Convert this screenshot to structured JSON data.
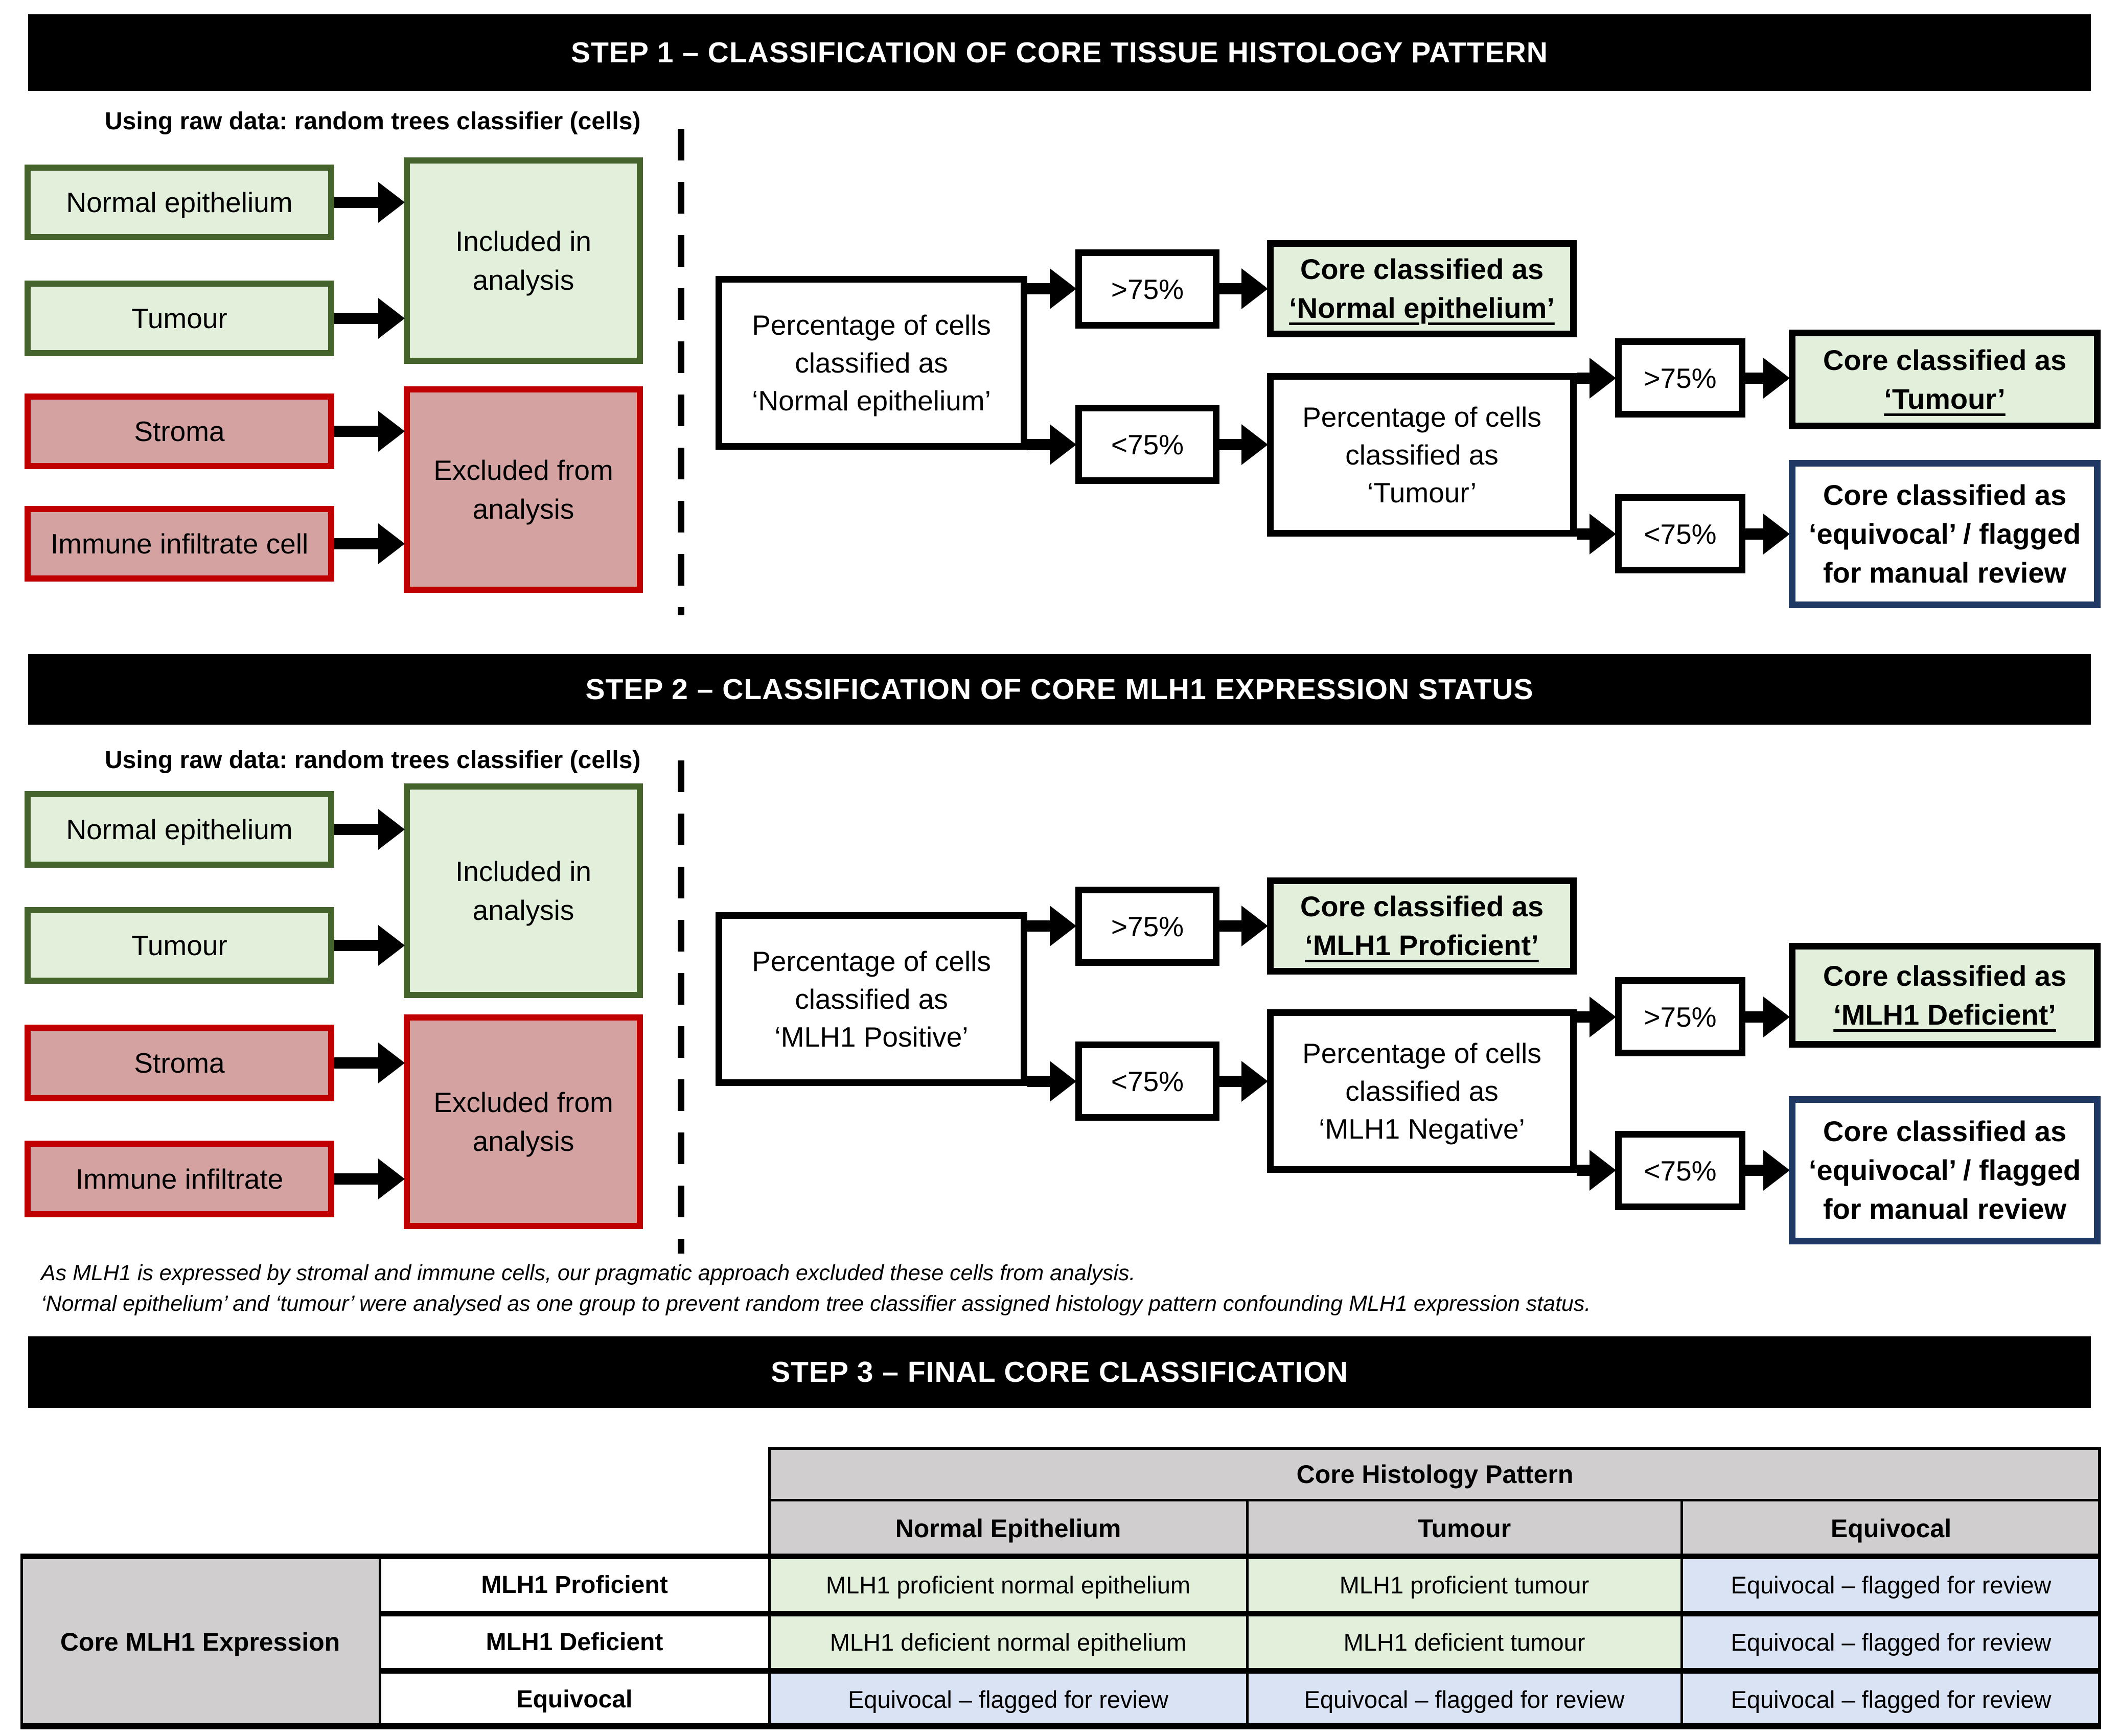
{
  "colors": {
    "included_fill": "#E2EFDA",
    "included_border": "#44642C",
    "excluded_fill": "#D5A2A2",
    "excluded_border": "#C00000",
    "equivocal_border": "#1F3864",
    "table_header_gray": "#D0CECE",
    "table_green": "#E2EFDA",
    "table_blue": "#DAE3F3",
    "bar_background": "#000000",
    "bar_text": "#FFFFFF"
  },
  "step1": {
    "title": "STEP 1 – CLASSIFICATION OF CORE TISSUE HISTOLOGY PATTERN",
    "classifier_label": "Using raw data: random trees classifier (cells)",
    "categories": [
      "Normal epithelium",
      "Tumour",
      "Stroma",
      "Immune infiltrate cell"
    ],
    "included_label": "Included in\nanalysis",
    "excluded_label": "Excluded from\nanalysis",
    "flow": {
      "q_normal": "Percentage of cells\nclassified as\n‘Normal epithelium’",
      "gt75_a": ">75%",
      "lt75_a": "<75%",
      "outcome_normal_prefix": "Core classified as",
      "outcome_normal_term": "‘Normal epithelium’",
      "q_tumour": "Percentage of cells\nclassified as\n‘Tumour’",
      "gt75_b": ">75%",
      "lt75_b": "<75%",
      "outcome_tumour_prefix": "Core classified as",
      "outcome_tumour_term": "‘Tumour’",
      "outcome_equivocal": "Core classified as\n‘equivocal’ / flagged\nfor manual review"
    }
  },
  "step2": {
    "title": "STEP 2 – CLASSIFICATION OF CORE MLH1 EXPRESSION STATUS",
    "classifier_label": "Using raw data: random trees classifier (cells)",
    "categories": [
      "Normal epithelium",
      "Tumour",
      "Stroma",
      "Immune infiltrate"
    ],
    "included_label": "Included in\nanalysis",
    "excluded_label": "Excluded from\nanalysis",
    "flow": {
      "q_positive": "Percentage of cells\nclassified as\n‘MLH1 Positive’",
      "gt75_a": ">75%",
      "lt75_a": "<75%",
      "outcome_proficient_prefix": "Core classified as",
      "outcome_proficient_term": "‘MLH1 Proficient’",
      "q_negative": "Percentage of cells\nclassified as\n‘MLH1 Negative’",
      "gt75_b": ">75%",
      "lt75_b": "<75%",
      "outcome_deficient_prefix": "Core classified as",
      "outcome_deficient_term": "‘MLH1 Deficient’",
      "outcome_equivocal": "Core classified as\n‘equivocal’ / flagged\nfor manual review"
    }
  },
  "footnotes": [
    "As MLH1 is expressed by stromal and immune cells, our pragmatic approach excluded these cells from analysis.",
    "‘Normal epithelium’ and ‘tumour’ were analysed as one group to prevent random tree classifier assigned histology pattern confounding MLH1 expression status."
  ],
  "step3": {
    "title": "STEP 3 – FINAL CORE CLASSIFICATION",
    "table": {
      "col_group_header": "Core Histology Pattern",
      "row_group_header": "Core MLH1 Expression",
      "col_headers": [
        "Normal Epithelium",
        "Tumour",
        "Equivocal"
      ],
      "row_headers": [
        "MLH1 Proficient",
        "MLH1 Deficient",
        "Equivocal"
      ],
      "cells": [
        [
          "MLH1 proficient normal epithelium",
          "MLH1 proficient tumour",
          "Equivocal – flagged for review"
        ],
        [
          "MLH1 deficient normal epithelium",
          "MLH1 deficient tumour",
          "Equivocal – flagged for review"
        ],
        [
          "Equivocal – flagged for review",
          "Equivocal – flagged for review",
          "Equivocal – flagged for review"
        ]
      ]
    }
  }
}
